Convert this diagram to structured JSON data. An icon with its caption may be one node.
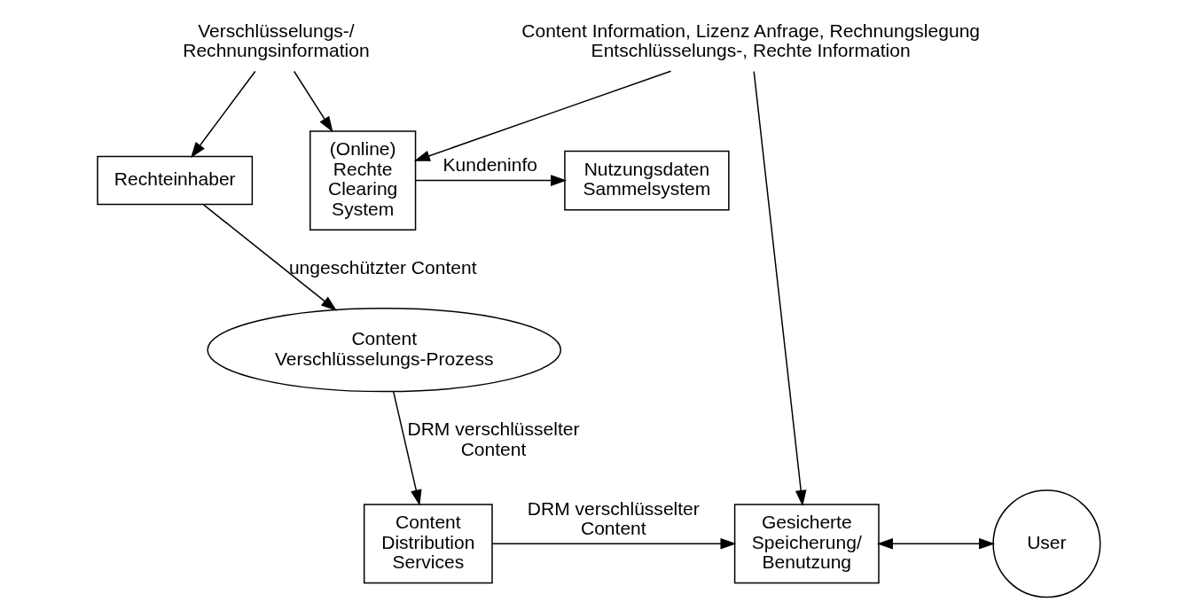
{
  "diagram": {
    "nodes": [
      {
        "text": [
          "Nutzungsdaten Sammelsystem"
        ]
      },
      {
        "text": [
          "(Online) Rechte Clearing System"
        ]
      },
      {
        "text": [
          "Verschlüsselungs-/ Rechnungsinformation"
        ]
      },
      {
        "text": [
          "Rechteinhaber"
        ]
      },
      {
        "text": [
          "Content Verschlüsselungs-Prozess"
        ]
      },
      {
        "text": [
          "Content Information, Lizenz Anfrage, Rechnungslegung Entschlüsselungs-, Rechte Information"
        ]
      },
      {
        "text": [
          "Gesicherte Speicherung/ Benutzung"
        ]
      },
      {
        "text": [
          "User"
        ]
      },
      {
        "text": [
          "Content Distribution Services"
        ]
      }
    ],
    "edges": [
      {
        "from": 1,
        "to": 0,
        "arrow": "to",
        "label": "Kundeninfo"
      },
      {
        "from": 2,
        "to": 1,
        "arrow": "to"
      },
      {
        "from": 2,
        "to": 3,
        "arrow": "to"
      },
      {
        "from": 3,
        "to": 4,
        "arrow": "to",
        "label": "ungeschützter Content"
      },
      {
        "from": 5,
        "to": 1,
        "arrow": "to"
      },
      {
        "from": 5,
        "to": 6,
        "arrow": "to"
      },
      {
        "from": 4,
        "to": 8,
        "arrow": "to",
        "label": "DRM verschlüsselter Content"
      },
      {
        "from": 8,
        "to": 6,
        "arrow": "to",
        "label": "DRM verschlüsselter Content"
      },
      {
        "from": 6,
        "to": 7,
        "arrow": "both"
      }
    ]
  }
}
